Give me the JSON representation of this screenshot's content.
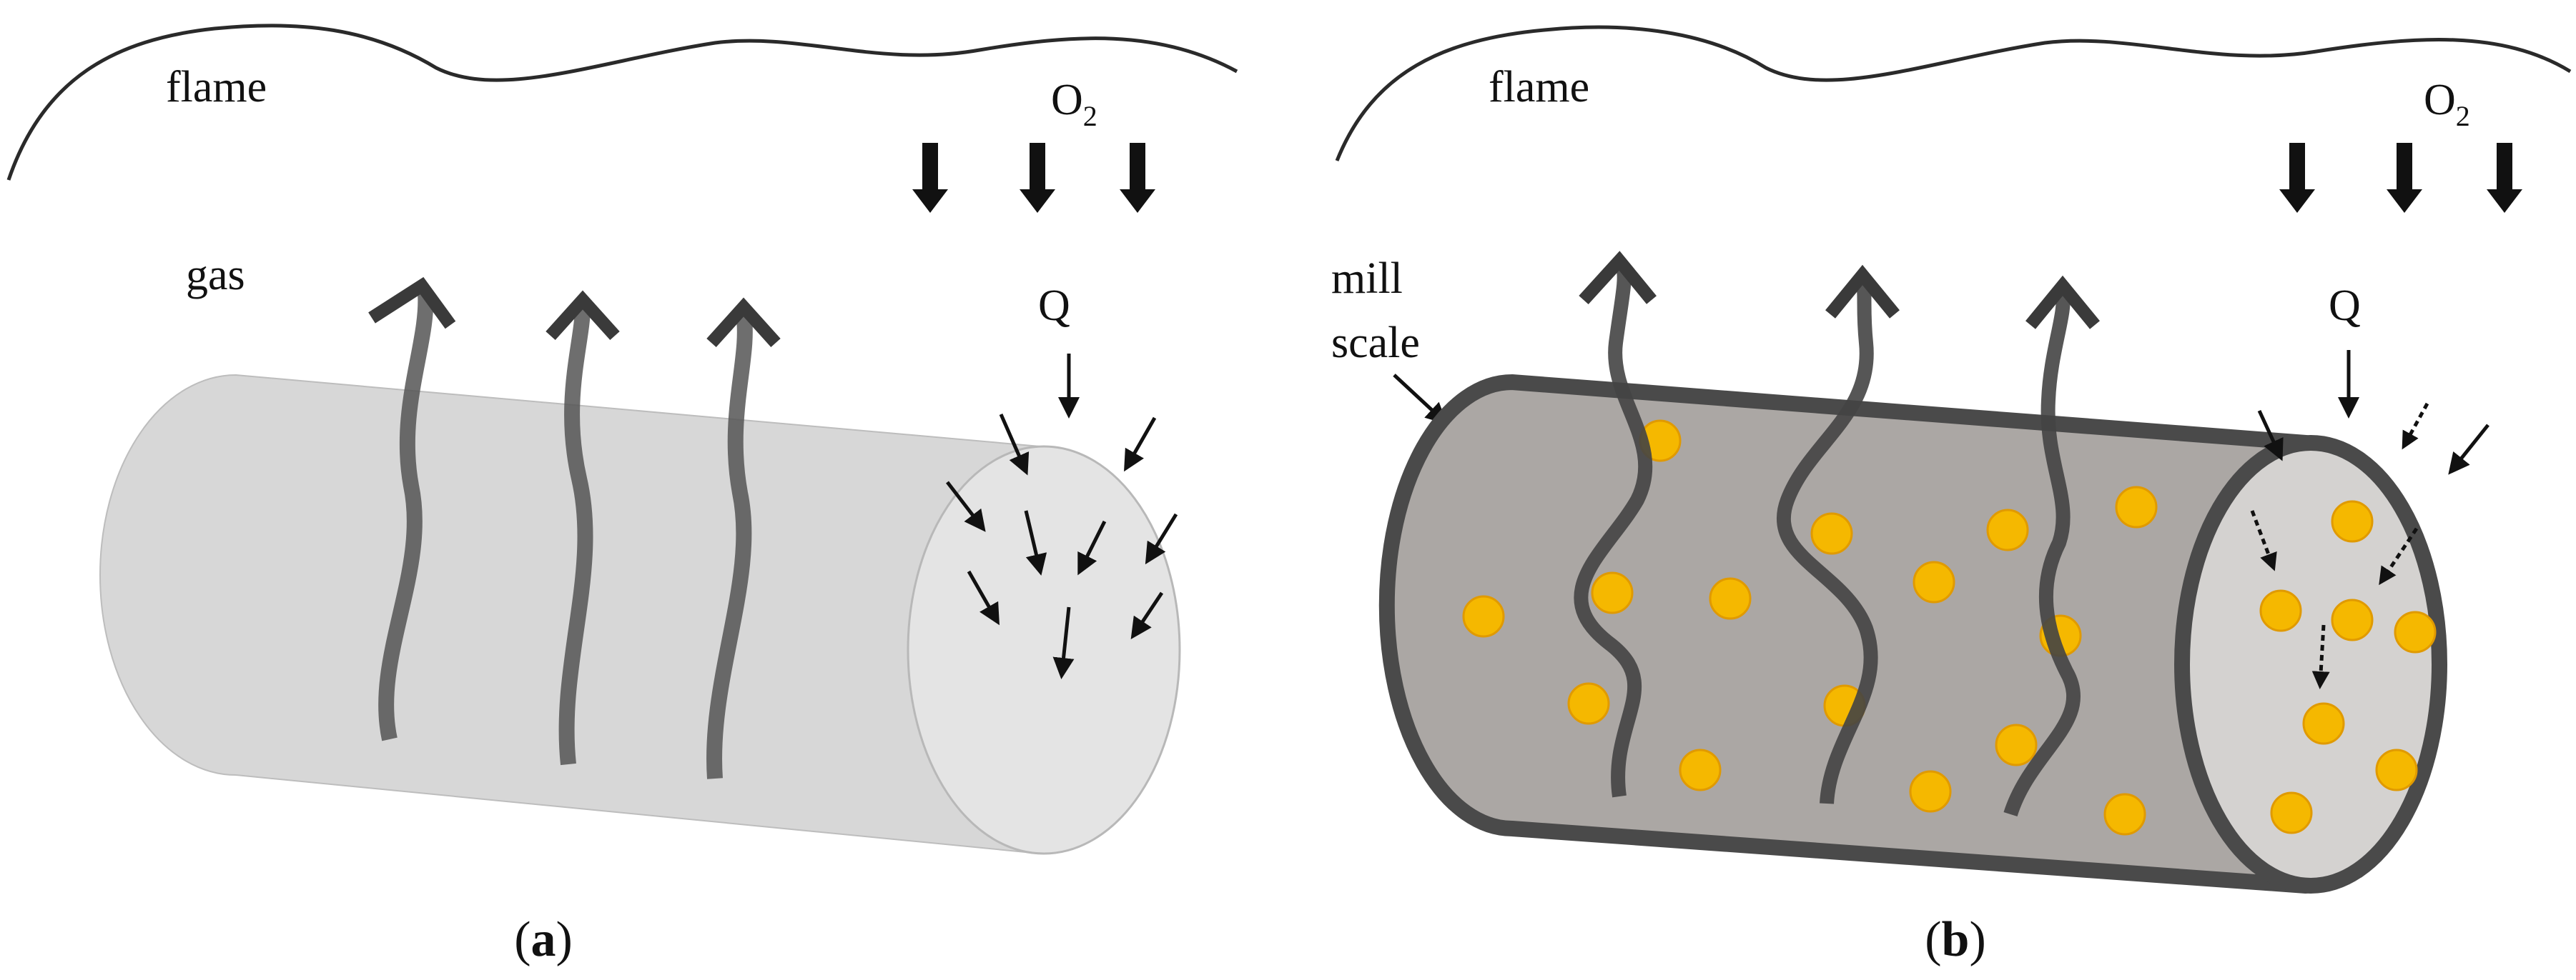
{
  "colors": {
    "line": "#2a2a2a",
    "arrow": "#111111",
    "gas_path": "#555555",
    "cylinder_a_body": "#d0d0d0",
    "cylinder_a_face": "#e4e4e4",
    "cylinder_b_body": "#aba7a4",
    "cylinder_b_face": "#d4d2d0",
    "mill_scale_rim": "#4a4a4a",
    "particle": "#f5b800",
    "particle_edge": "#e09a00"
  },
  "panel_a": {
    "flame_label": "flame",
    "o2_label": "O",
    "o2_subscript": "2",
    "gas_label": "gas",
    "q_label": "Q",
    "caption_open": "(",
    "caption_letter": "a",
    "caption_close": ")"
  },
  "panel_b": {
    "flame_label": "flame",
    "o2_label": "O",
    "o2_subscript": "2",
    "mill_label": "mill",
    "scale_label": "scale",
    "q_label": "Q",
    "caption_open": "(",
    "caption_letter": "b",
    "caption_close": ")"
  }
}
